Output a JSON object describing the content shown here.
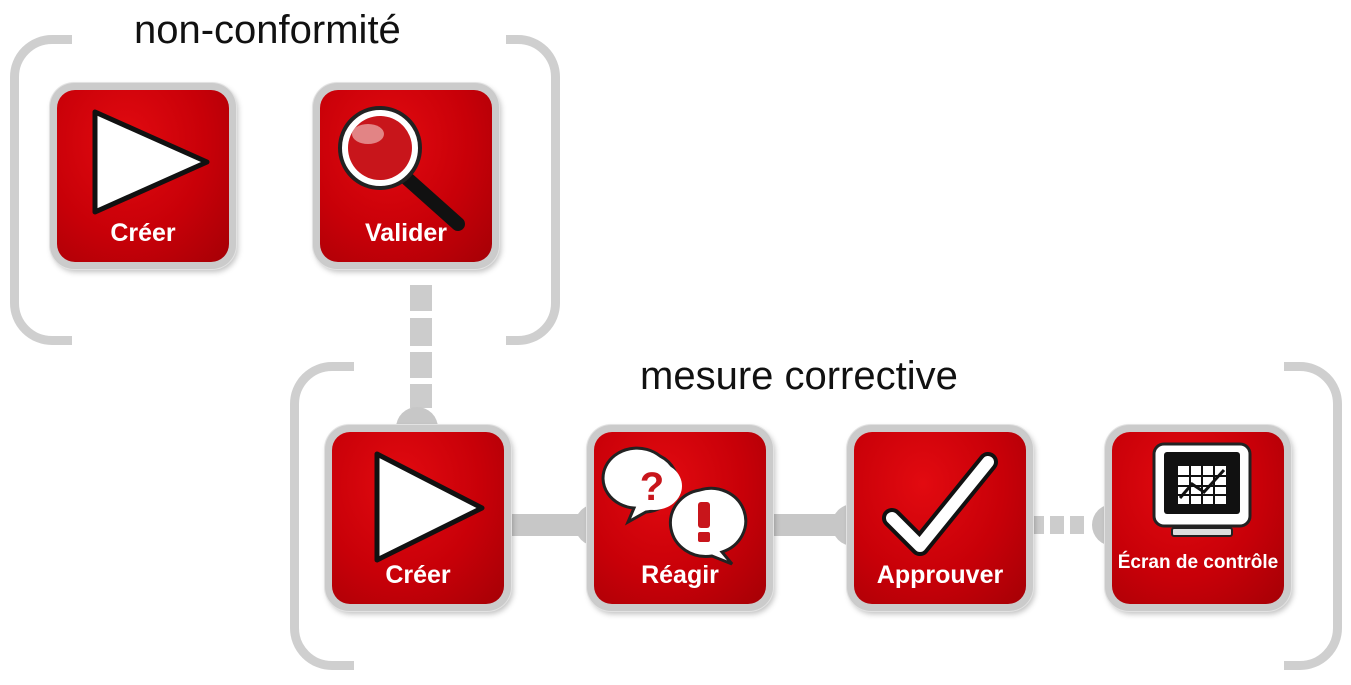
{
  "groups": {
    "nonconformity": {
      "title": "non-conformité"
    },
    "corrective": {
      "title": "mesure corrective"
    }
  },
  "steps": {
    "nc_create": {
      "label": "Créer",
      "icon": "play-icon"
    },
    "nc_validate": {
      "label": "Valider",
      "icon": "magnifier-icon"
    },
    "ca_create": {
      "label": "Créer",
      "icon": "play-icon"
    },
    "ca_react": {
      "label": "Réagir",
      "icon": "speech-bubbles-icon"
    },
    "ca_approve": {
      "label": "Approuver",
      "icon": "checkmark-icon"
    },
    "ca_monitor": {
      "label": "Écran de contrôle",
      "icon": "monitor-chart-icon"
    }
  },
  "colors": {
    "tile_red": "#c80008",
    "frame_gray": "#cbcbcb",
    "bracket_gray": "#cfcfcf"
  }
}
